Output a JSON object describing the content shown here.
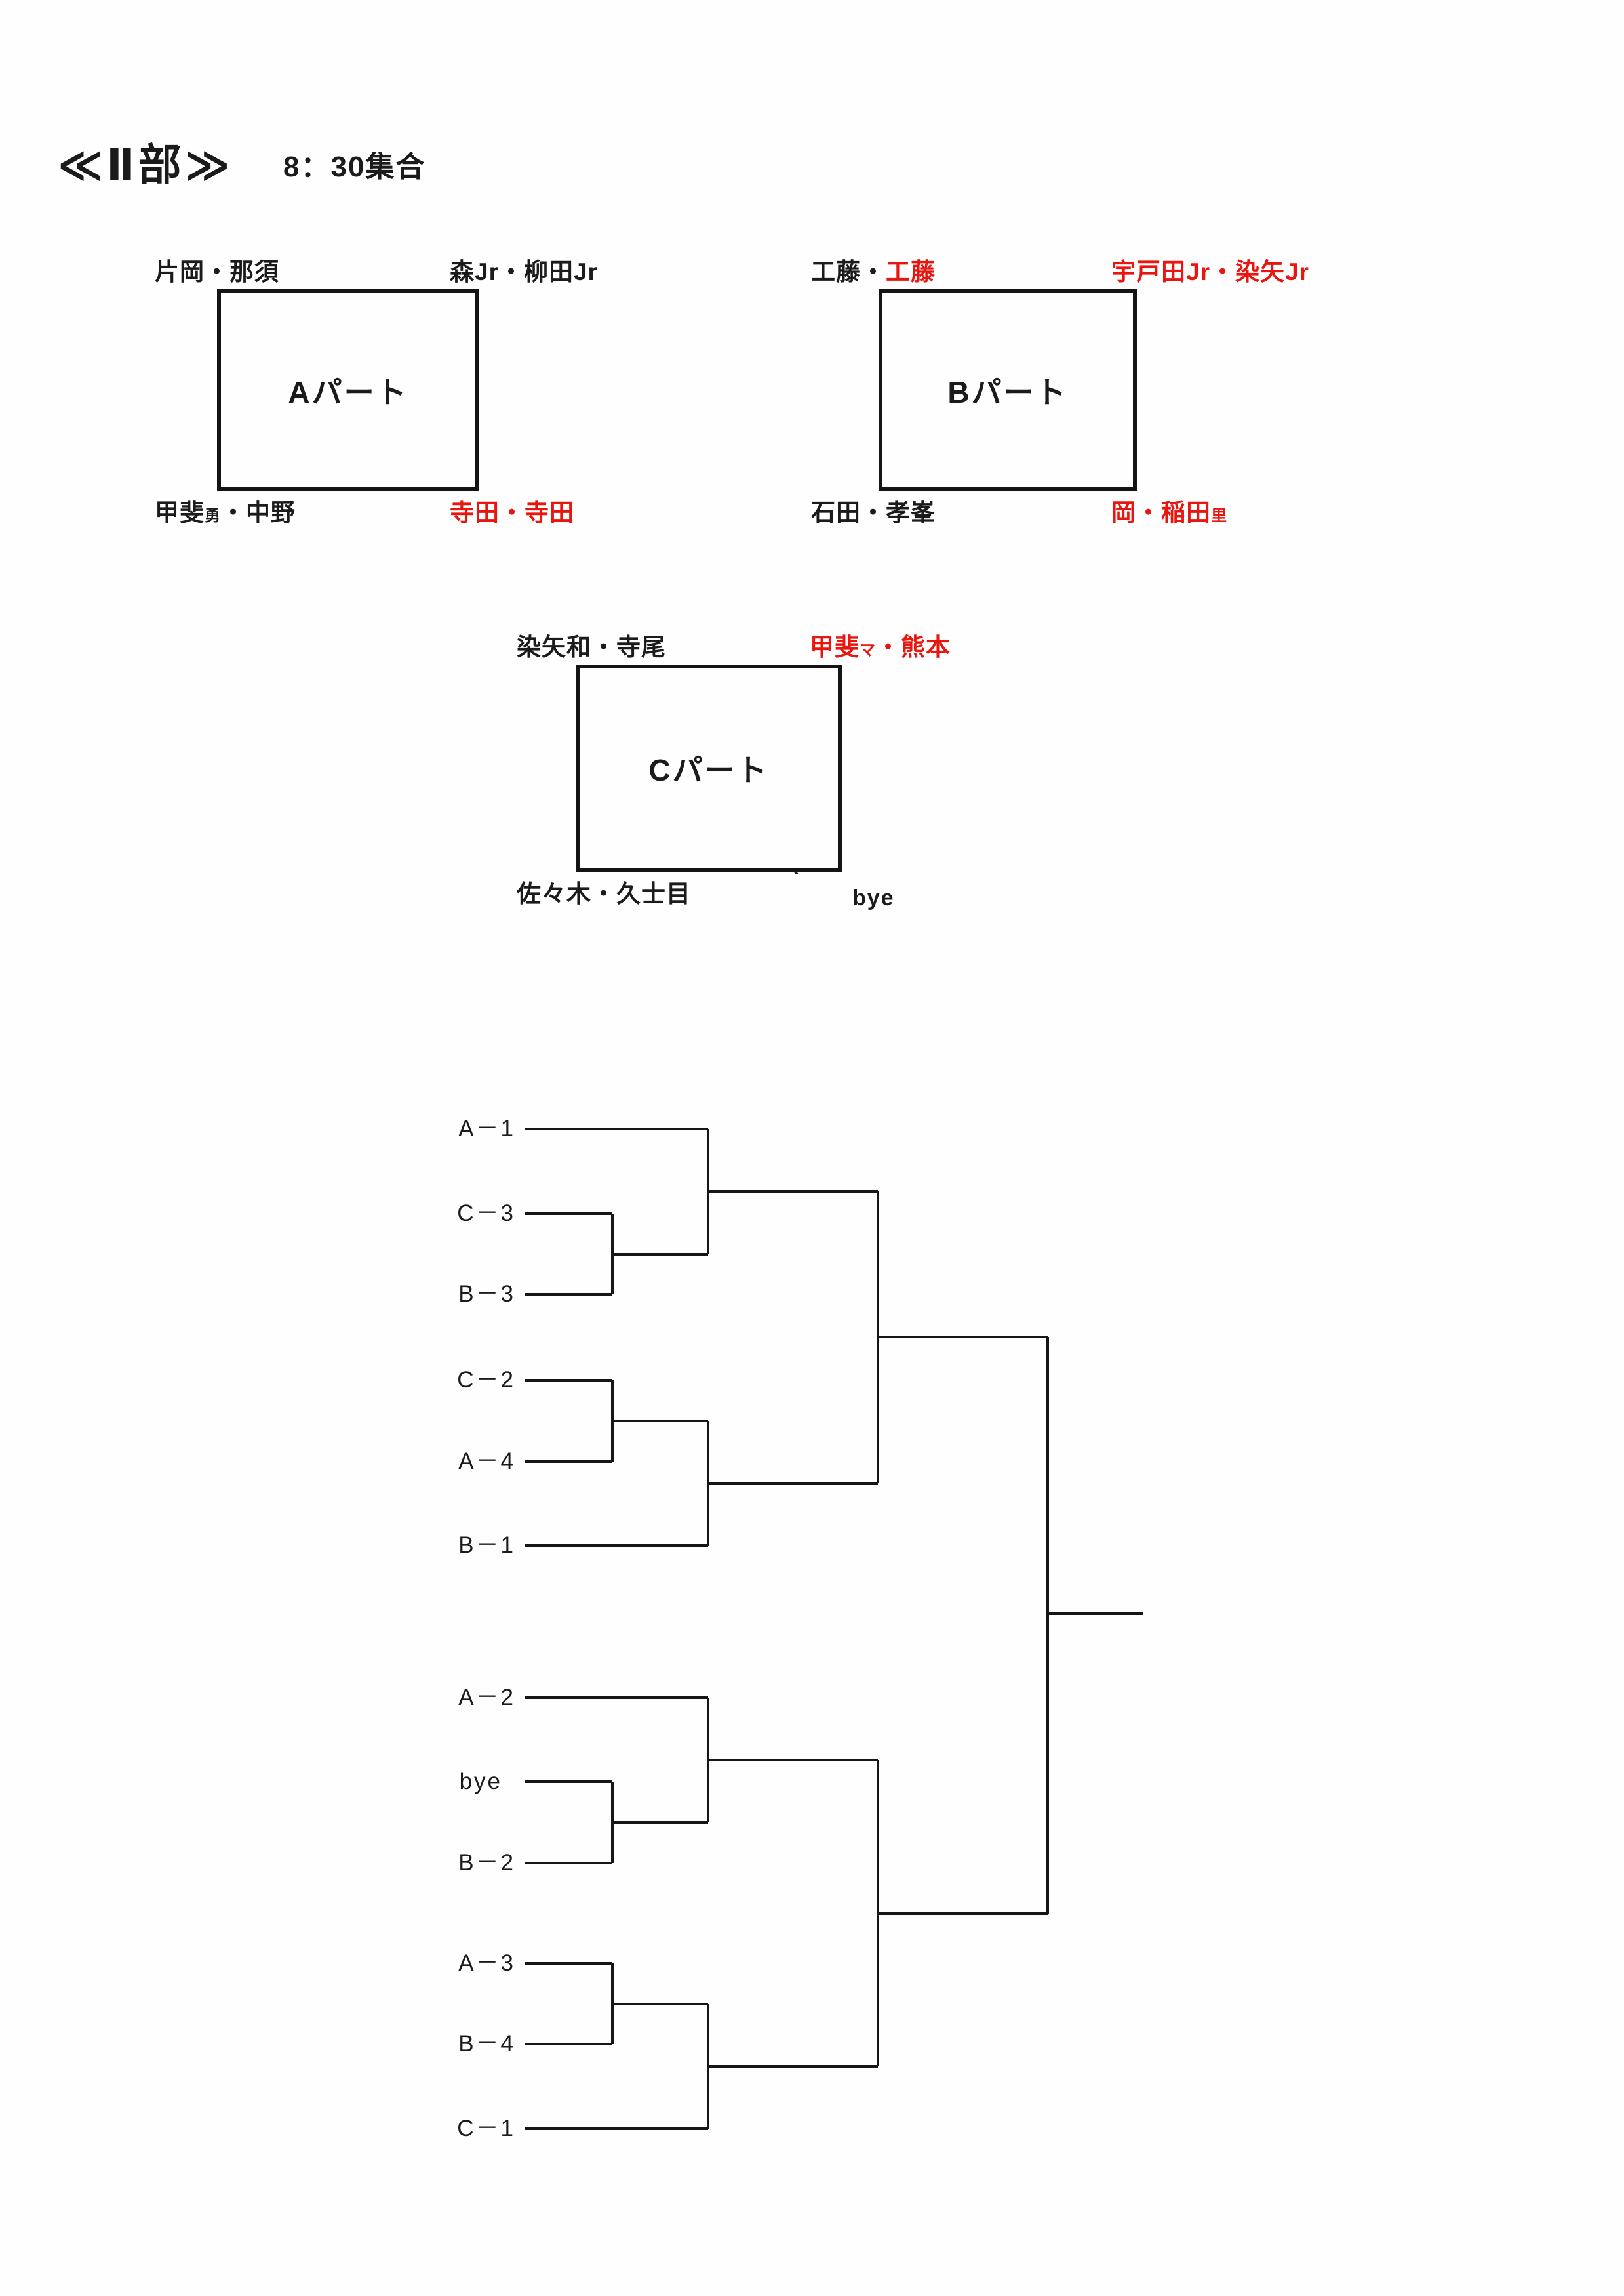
{
  "document": {
    "title": "≪Ⅱ部≫",
    "subtitle": "8：30集合"
  },
  "colors": {
    "ink": "#1b1b1b",
    "red": "#e8160e",
    "line": "#161616",
    "paper": "#fefefe"
  },
  "groups": [
    {
      "name": "Aパート",
      "top_left": [
        {
          "text": "片岡・那須",
          "color": "#1b1b1b"
        }
      ],
      "top_right": [
        {
          "text": "森Jr・柳田Jr",
          "color": "#1b1b1b"
        }
      ],
      "bottom_left": [
        {
          "text": "甲斐",
          "color": "#1b1b1b"
        },
        {
          "text": "勇",
          "color": "#1b1b1b",
          "small": true
        },
        {
          "text": "・中野",
          "color": "#1b1b1b"
        }
      ],
      "bottom_right": [
        {
          "text": "寺田・寺田",
          "color": "#e8160e"
        }
      ]
    },
    {
      "name": "Bパート",
      "top_left": [
        {
          "text": "工藤・",
          "color": "#1b1b1b"
        },
        {
          "text": "工藤",
          "color": "#e8160e"
        }
      ],
      "top_right": [
        {
          "text": "宇戸田Jr・染矢Jr",
          "color": "#e8160e"
        }
      ],
      "bottom_left": [
        {
          "text": "石田・孝峯",
          "color": "#1b1b1b"
        }
      ],
      "bottom_right": [
        {
          "text": "岡・稲田",
          "color": "#e8160e"
        },
        {
          "text": "里",
          "color": "#e8160e",
          "small": true
        }
      ]
    },
    {
      "name": "Cパート",
      "top_left": [
        {
          "text": "染矢和・寺尾",
          "color": "#1b1b1b"
        }
      ],
      "top_right": [
        {
          "text": "甲斐",
          "color": "#e8160e"
        },
        {
          "text": "マ",
          "color": "#e8160e",
          "small": true
        },
        {
          "text": "・熊本",
          "color": "#e8160e"
        }
      ],
      "bottom_left": [
        {
          "text": "佐々木・久士目",
          "color": "#1b1b1b"
        }
      ],
      "bottom_right": [
        {
          "text": "bye",
          "color": "#1b1b1b"
        }
      ]
    }
  ],
  "stray_mark": "｀",
  "bracket": {
    "entries": [
      "A－1",
      "C－3",
      "B－3",
      "C－2",
      "A－4",
      "B－1",
      "A－2",
      "bye",
      "B－2",
      "A－3",
      "B－4",
      "C－1"
    ]
  }
}
